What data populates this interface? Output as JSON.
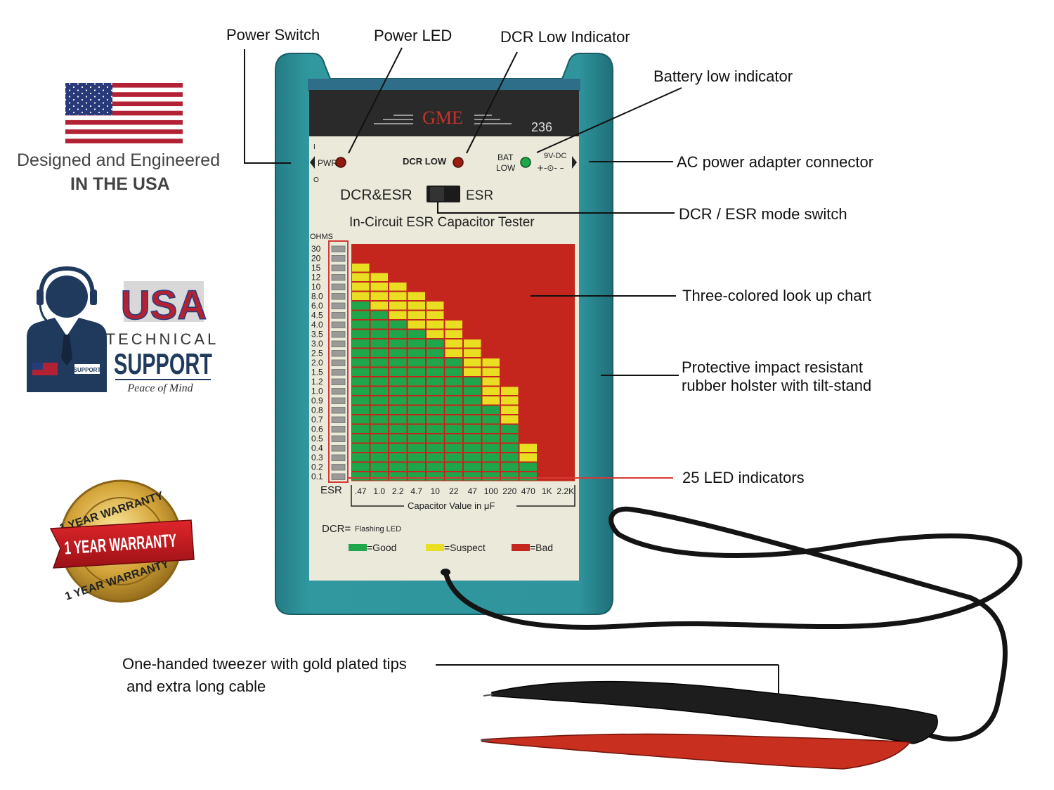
{
  "callouts": {
    "power_switch": "Power Switch",
    "power_led": "Power LED",
    "dcr_low_indicator": "DCR Low Indicator",
    "battery_low_indicator": "Battery low indicator",
    "ac_adapter": "AC power adapter connector",
    "mode_switch": "DCR / ESR mode switch",
    "lookup_chart": "Three-colored look up chart",
    "holster_line1": "Protective impact resistant",
    "holster_line2": "rubber holster with tilt-stand",
    "led_indicators": "25 LED indicators",
    "tweezer_line1": "One-handed tweezer with gold plated tips",
    "tweezer_line2": " and extra long cable"
  },
  "usa_badge": {
    "line1": "Designed and Engineered",
    "line2": "IN THE USA"
  },
  "support_badge": {
    "usa": "USA",
    "technical": "TECHNICAL",
    "support": "SUPPORT",
    "tagline": "Peace of Mind",
    "shirt_tag": "SUPPORT"
  },
  "warranty_badge": {
    "ribbon": "1 YEAR WARRANTY",
    "ring_top": "1 YEAR WARRANTY",
    "ring_bottom": "1 YEAR WARRANTY"
  },
  "device": {
    "brand": "GME",
    "model": "236",
    "pwr_label": "PWR",
    "switch_on": "I",
    "switch_off": "O",
    "dcr_low_label": "DCR LOW",
    "bat_label": "BAT",
    "low_label": "LOW",
    "dc_label": "9V-DC",
    "polarity": "+-⊙- –",
    "mode_left": "DCR&ESR",
    "mode_right": "ESR",
    "subtitle": "In-Circuit ESR Capacitor Tester",
    "ohms_label": "OHMS",
    "esr_label": "ESR",
    "cap_axis_title": "Capacitor Value in μF",
    "dcr_note_prefix": "DCR=",
    "dcr_note": "Flashing LED",
    "legend_good": "=Good",
    "legend_suspect": "=Suspect",
    "legend_bad": "=Bad",
    "colors": {
      "body": "#2b8a93",
      "panel": "#ebe9da",
      "header": "#2a2a2a",
      "good": "#1fa64a",
      "suspect": "#e9de22",
      "bad": "#c4251c",
      "brand": "#c5332c"
    },
    "ohm_ticks": [
      "30",
      "20",
      "15",
      "12",
      "10",
      "8.0",
      "6.0",
      "4.5",
      "4.0",
      "3.5",
      "3.0",
      "2.5",
      "2.0",
      "1.5",
      "1.2",
      "1.0",
      "0.9",
      "0.8",
      "0.7",
      "0.6",
      "0.5",
      "0.4",
      "0.3",
      "0.2",
      "0.1"
    ],
    "cap_ticks": [
      ".47",
      "1.0",
      "2.2",
      "4.7",
      "10",
      "22",
      "47",
      "100",
      "220",
      "470",
      "1K",
      "2.2K"
    ],
    "chart_thresholds": {
      "green_from_row": [
        6,
        7,
        8,
        9,
        10,
        12,
        14,
        17,
        19,
        23,
        25,
        25
      ],
      "yellow_from_row": [
        2,
        3,
        4,
        5,
        6,
        8,
        10,
        12,
        15,
        21,
        25,
        25
      ]
    }
  }
}
